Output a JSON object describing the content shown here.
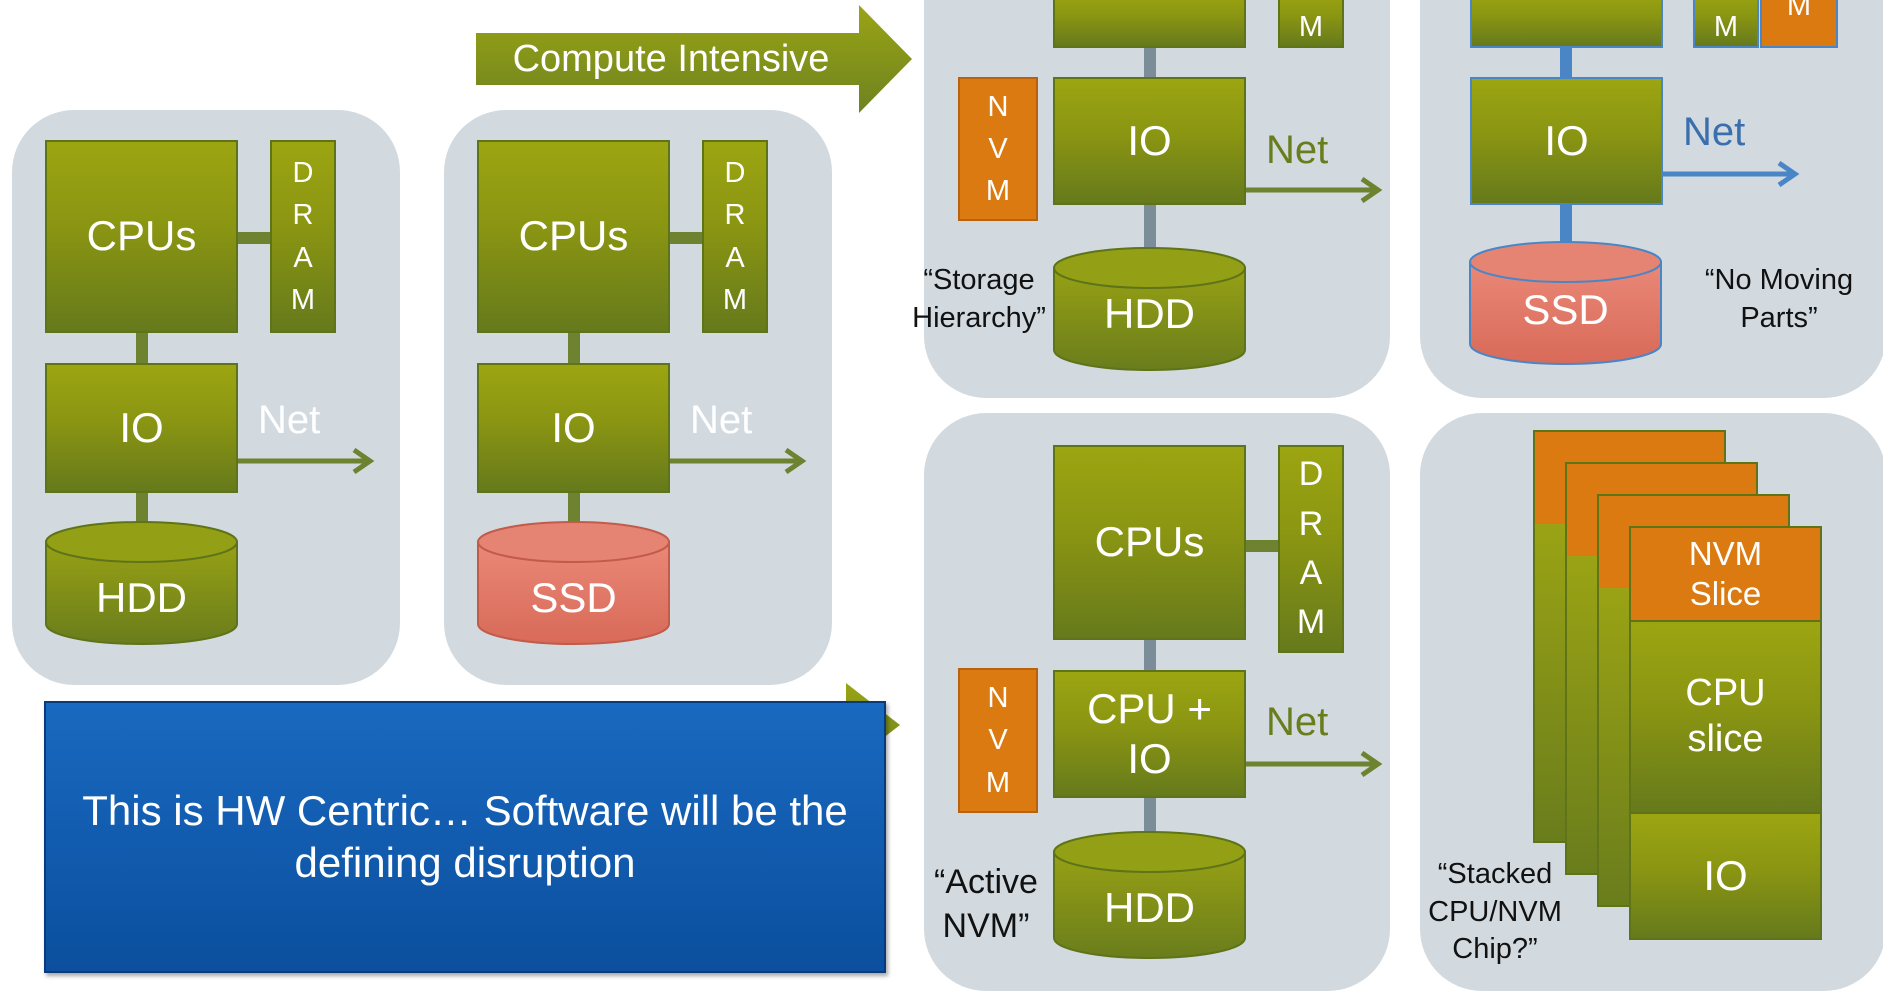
{
  "colors": {
    "panel": "#d2dae0",
    "compute_olive": "#8f9a12",
    "nvm_orange": "#dc7a12",
    "ssd_salmon": "#e07a68",
    "connector_olive": "#6f8230",
    "connector_blue": "#4a86c6",
    "banner_blue": "#0d56a8"
  },
  "compute_arrow": {
    "label": "Compute Intensive"
  },
  "panels": {
    "hdd_server": {
      "cpus": "CPUs",
      "dram": "DRAM",
      "io": "IO",
      "net": "Net",
      "storage": "HDD"
    },
    "ssd_server": {
      "cpus": "CPUs",
      "dram": "DRAM",
      "io": "IO",
      "net": "Net",
      "storage": "SSD"
    },
    "storage_hierarchy": {
      "dram_tail": "M",
      "nvm": "NVM",
      "io": "IO",
      "net": "Net",
      "storage": "HDD",
      "caption": "“Storage Hierarchy”"
    },
    "no_moving_parts": {
      "dram_tail": "M",
      "nvm_tail": "M",
      "io": "IO",
      "net": "Net",
      "storage": "SSD",
      "caption": "“No Moving Parts”"
    },
    "active_nvm": {
      "cpus": "CPUs",
      "dram": "DRAM",
      "nvm": "NVM",
      "cpu_io": "CPU + IO",
      "net": "Net",
      "storage": "HDD",
      "caption": "“Active NVM”"
    },
    "stacked_chip": {
      "nvm_slice": "NVM Slice",
      "cpu_slice": "CPU slice",
      "io": "IO",
      "caption": "“Stacked CPU/NVM Chip?”"
    }
  },
  "banner": {
    "text": "This is HW Centric… Software will be the defining disruption"
  }
}
